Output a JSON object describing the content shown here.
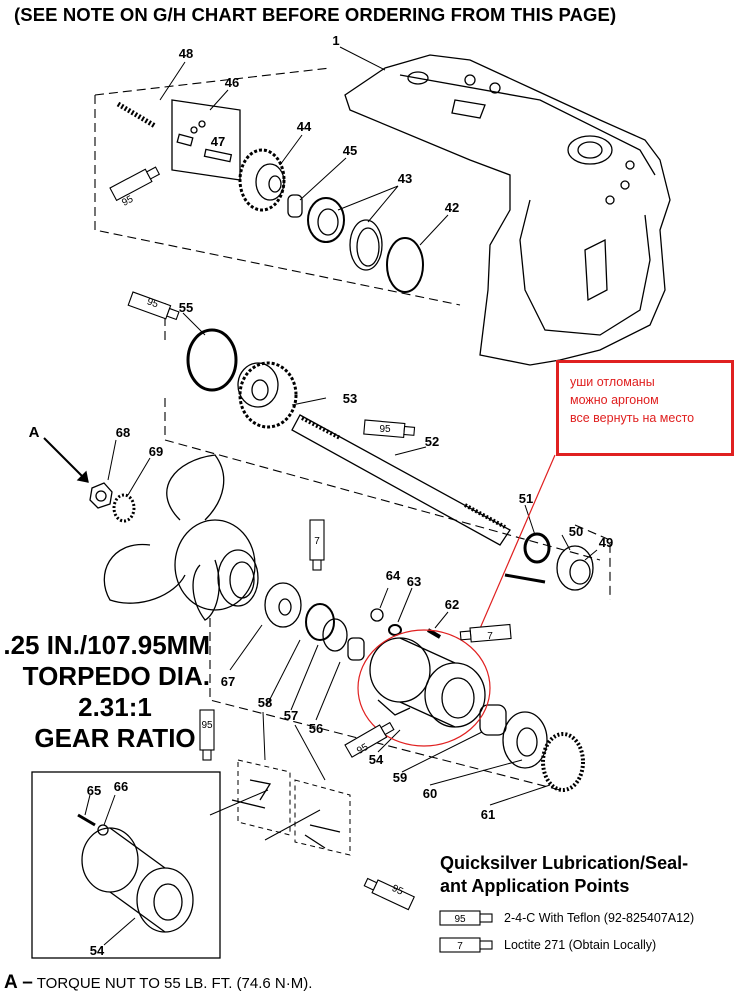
{
  "header": "(SEE NOTE ON G/H CHART BEFORE ORDERING FROM THIS PAGE)",
  "part_numbers": [
    "1",
    "42",
    "43",
    "44",
    "45",
    "46",
    "47",
    "48",
    "49",
    "50",
    "51",
    "52",
    "53",
    "54",
    "55",
    "56",
    "57",
    "58",
    "59",
    "60",
    "61",
    "62",
    "63",
    "64",
    "65",
    "66",
    "67",
    "68",
    "69"
  ],
  "tube_labels": {
    "lube": "95",
    "loctite": "7"
  },
  "callout_letter": "A",
  "specs": {
    "line1": ".25 IN./107.95MM",
    "line2": "TORPEDO DIA.",
    "line3": "2.31:1",
    "line4": "GEAR RATIO"
  },
  "annotation": {
    "line1": "уши отломаны",
    "line2": "можно аргоном",
    "line3": "все вернуть на место",
    "color": "#e02020"
  },
  "legend": {
    "title_line1": "Quicksilver Lubrication/Seal-",
    "title_line2": "ant Application Points",
    "items": [
      {
        "tube": "95",
        "text": "2-4-C  With Teflon (92-825407A12)"
      },
      {
        "tube": "7",
        "text": "Loctite 271 (Obtain Locally)"
      }
    ]
  },
  "footer": {
    "letter": "A –",
    "text": "TORQUE NUT TO 55 LB. FT. (74.6 N·M)."
  }
}
